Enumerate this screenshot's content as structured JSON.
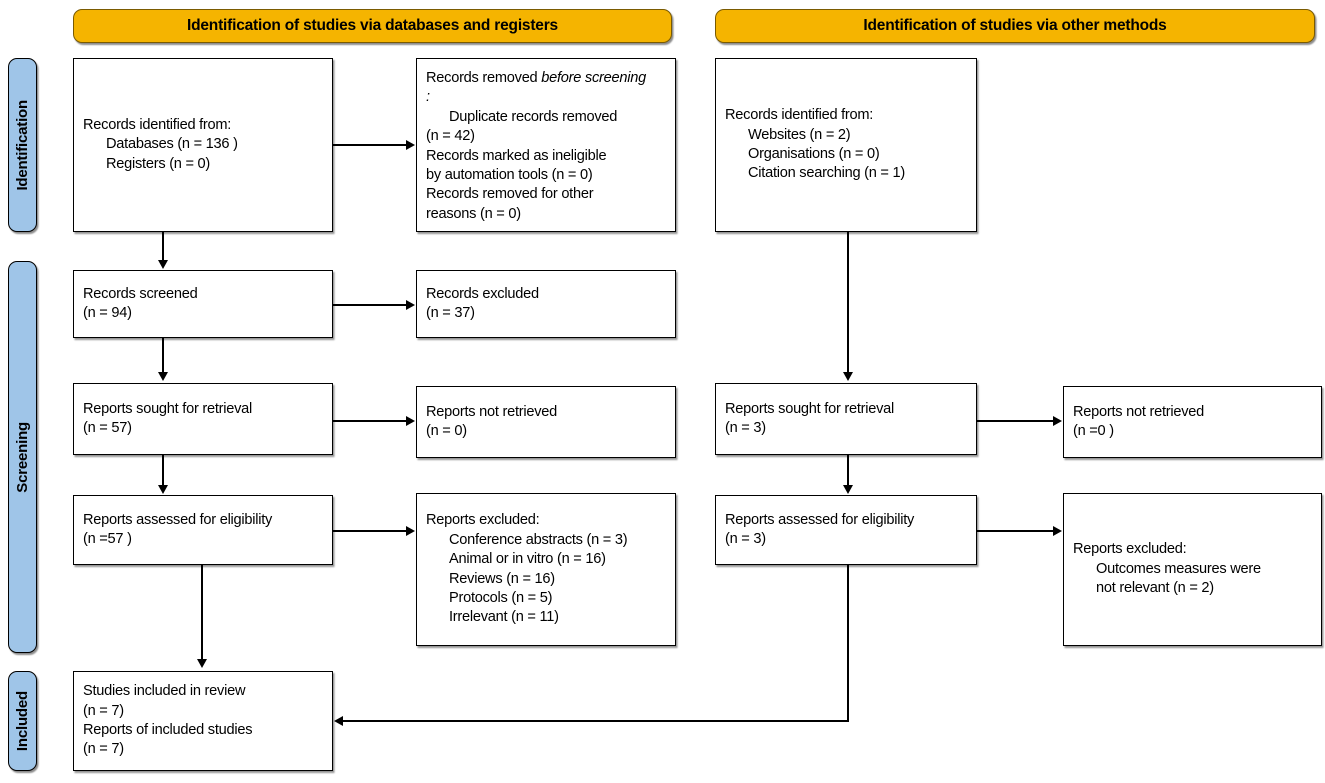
{
  "diagram": {
    "type": "prisma-flow-diagram",
    "colors": {
      "banner_fill": "#f5b400",
      "stage_label_fill": "#9fc5e8",
      "box_fill": "#ffffff",
      "line": "#000000"
    }
  },
  "banners": {
    "databases": "Identification of studies via databases and registers",
    "other": "Identification of studies via other methods"
  },
  "stage_labels": {
    "identification": "Identification",
    "screening": "Screening",
    "included": "Included"
  },
  "left_column": {
    "identified": {
      "title": "Records identified from:",
      "items": [
        "Databases (n = 136 )",
        "Registers (n = 0)"
      ]
    },
    "removed": {
      "title_plain": "Records removed ",
      "title_italic": "before screening",
      "title_colon": ":",
      "items": [
        "Duplicate records removed",
        "(n = 42)",
        "Records marked as ineligible",
        "by automation tools (n = 0)",
        "Records removed for other",
        "reasons (n = 0)"
      ]
    },
    "screened": {
      "title": "Records screened",
      "count": "(n = 94)"
    },
    "excluded": {
      "title": "Records excluded",
      "count": "(n = 37)"
    },
    "sought": {
      "title": "Reports sought for retrieval",
      "count": "(n = 57)"
    },
    "not_retrieved": {
      "title": "Reports not retrieved",
      "count": "(n = 0)"
    },
    "assessed": {
      "title": "Reports assessed for eligibility",
      "count": "(n =57 )"
    },
    "reports_excluded": {
      "title": "Reports excluded:",
      "items": [
        "Conference abstracts  (n = 3)",
        "Animal or in vitro (n = 16)",
        "Reviews (n = 16)",
        "Protocols (n = 5)",
        "Irrelevant (n = 11)"
      ]
    }
  },
  "right_column": {
    "identified": {
      "title": "Records identified from:",
      "items": [
        "Websites (n = 2)",
        "Organisations (n = 0)",
        "Citation searching (n = 1)"
      ]
    },
    "sought": {
      "title": "Reports sought for retrieval",
      "count": "(n = 3)"
    },
    "not_retrieved": {
      "title": "Reports not retrieved",
      "count": "(n =0 )"
    },
    "assessed": {
      "title": "Reports assessed for eligibility",
      "count": "(n = 3)"
    },
    "reports_excluded": {
      "title": "Reports excluded:",
      "items": [
        "Outcomes measures were",
        "not relevant (n = 2)"
      ]
    }
  },
  "included_box": {
    "line1": "Studies included in review",
    "line2": "(n = 7)",
    "line3": "Reports of included studies",
    "line4": "(n = 7)"
  }
}
